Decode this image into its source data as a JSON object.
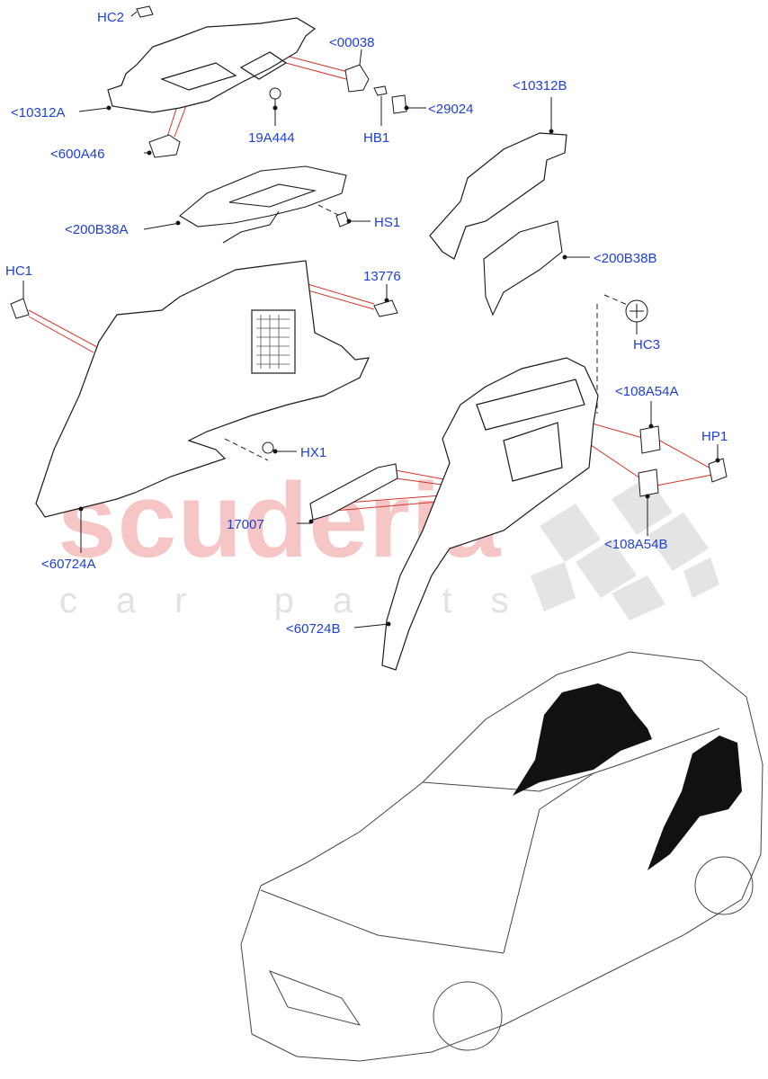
{
  "watermark": {
    "brand": "scuderia",
    "sub": "car parts"
  },
  "labels": {
    "hc2": "HC2",
    "p00038": "<00038",
    "p10312a": "<10312A",
    "p19a444": "19A444",
    "hb1": "HB1",
    "p29024": "<29024",
    "p600a46": "<600A46",
    "p10312b": "<10312B",
    "p200b38a": "<200B38A",
    "hs1": "HS1",
    "p200b38b": "<200B38B",
    "hc1": "HC1",
    "p13776": "13776",
    "hc3": "HC3",
    "p108a54a": "<108A54A",
    "hp1": "HP1",
    "hx1": "HX1",
    "p17007": "17007",
    "p108a54b": "<108A54B",
    "p60724a": "<60724A",
    "p60724b": "<60724B"
  },
  "colors": {
    "label": "#1f3fd6",
    "leader": "#d8342c",
    "line": "#1a1a1a",
    "watermark": "#f6c5c5"
  }
}
